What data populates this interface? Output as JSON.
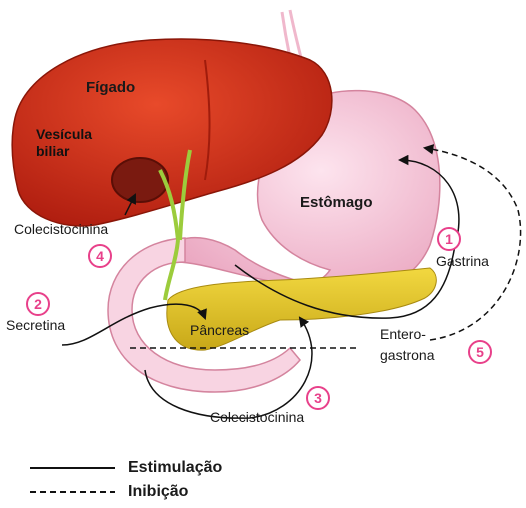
{
  "organs": {
    "liver": "Fígado",
    "gallbladder_line1": "Vesícula",
    "gallbladder_line2": "biliar",
    "stomach": "Estômago",
    "pancreas": "Pâncreas"
  },
  "hormones": {
    "gastrin": "Gastrina",
    "cholecystokinin_top": "Colecistocinina",
    "secretin": "Secretina",
    "enterogastrone_line1": "Entero-",
    "enterogastrone_line2": "gastrona",
    "cholecystokinin_bottom": "Colecistocinina"
  },
  "markers": [
    "1",
    "2",
    "3",
    "4",
    "5"
  ],
  "legend": {
    "stimulation": "Estimulação",
    "inhibition": "Inibição"
  },
  "colors": {
    "liver": "#d8321c",
    "stomach": "#f4c8d8",
    "pancreas": "#e8c830",
    "bile_duct": "#9ccc3c",
    "marker": "#e8408a"
  }
}
